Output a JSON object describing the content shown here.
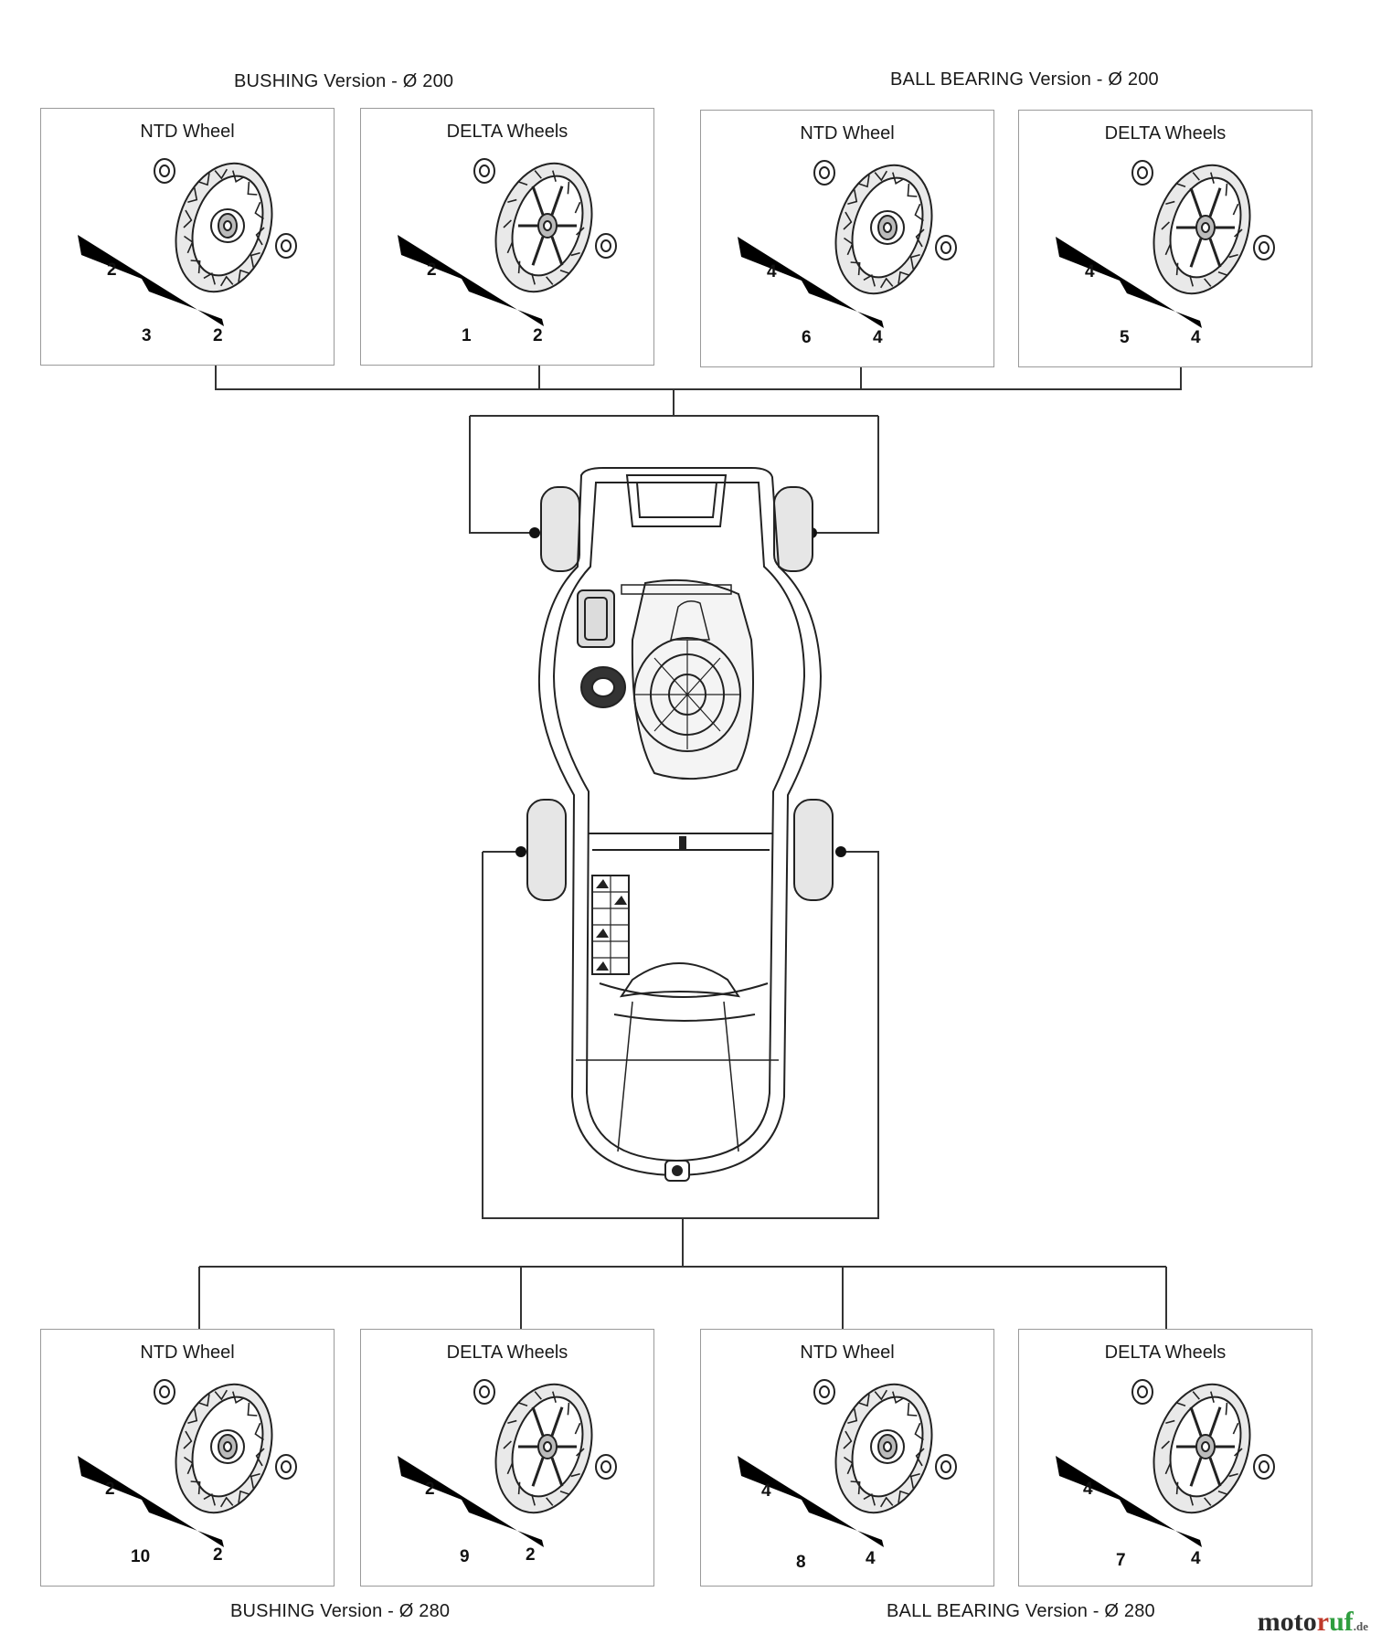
{
  "groups": [
    {
      "id": "top-left",
      "title": "BUSHING Version - Ø 200"
    },
    {
      "id": "top-right",
      "title": "BALL BEARING  Version - Ø 200"
    },
    {
      "id": "bottom-left",
      "title": "BUSHING Version - Ø 280"
    },
    {
      "id": "bottom-right",
      "title": "BALL BEARING Version - Ø 280"
    }
  ],
  "panels": [
    {
      "title": "NTD Wheel",
      "wheel": "ntd",
      "part_left": "2",
      "part_right": "2",
      "wheel_no": "3"
    },
    {
      "title": "DELTA Wheels",
      "wheel": "delta",
      "part_left": "2",
      "part_right": "2",
      "wheel_no": "1"
    },
    {
      "title": "NTD Wheel",
      "wheel": "ntd",
      "part_left": "4",
      "part_right": "4",
      "wheel_no": "6"
    },
    {
      "title": "DELTA Wheels",
      "wheel": "delta",
      "part_left": "4",
      "part_right": "4",
      "wheel_no": "5"
    },
    {
      "title": "NTD Wheel",
      "wheel": "ntd",
      "part_left": "2",
      "part_right": "2",
      "wheel_no": "10"
    },
    {
      "title": "DELTA Wheels",
      "wheel": "delta",
      "part_left": "2",
      "part_right": "2",
      "wheel_no": "9"
    },
    {
      "title": "NTD Wheel",
      "wheel": "ntd",
      "part_left": "4",
      "part_right": "4",
      "wheel_no": "8"
    },
    {
      "title": "DELTA Wheels",
      "wheel": "delta",
      "part_left": "4",
      "part_right": "4",
      "wheel_no": "7"
    }
  ],
  "watermark": {
    "part1": "moto",
    "part2": "r",
    "part3": "uf",
    "part4": ".de"
  },
  "colors": {
    "line": "#333333",
    "panel_border": "#9a9a9a",
    "wheel_fill": "#e9e9e9"
  }
}
